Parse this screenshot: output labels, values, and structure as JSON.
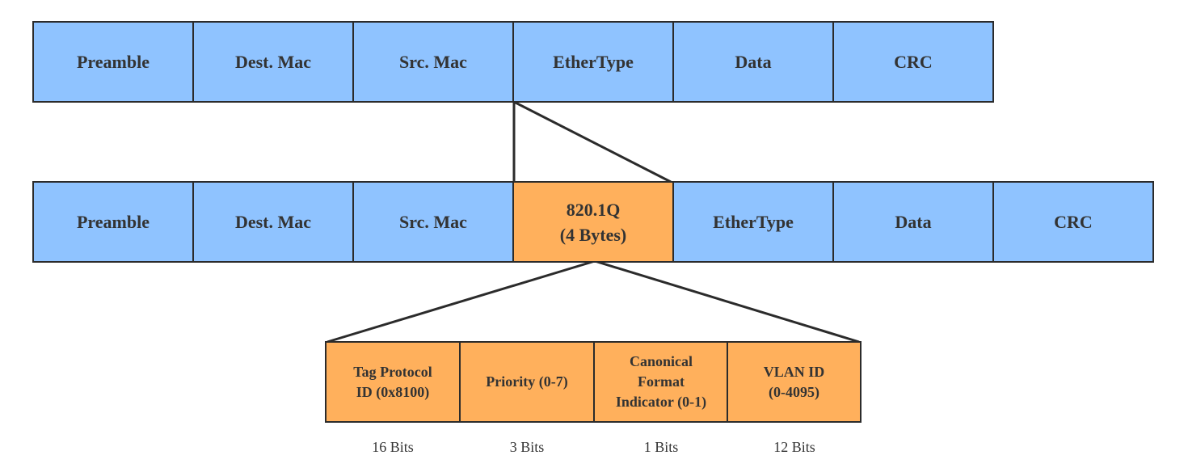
{
  "standard_frame": [
    "Preamble",
    "Dest. Mac",
    "Src. Mac",
    "EtherType",
    "Data",
    "CRC"
  ],
  "tagged_frame": {
    "before_tag": [
      "Preamble",
      "Dest. Mac",
      "Src. Mac"
    ],
    "tag": {
      "line1": "820.1Q",
      "line2": "(4 Bytes)"
    },
    "after_tag": [
      "EtherType",
      "Data",
      "CRC"
    ]
  },
  "tag_fields": [
    {
      "lines": [
        "Tag Protocol",
        "ID (0x8100)"
      ],
      "bits": "16 Bits"
    },
    {
      "lines": [
        "Priority (0-7)"
      ],
      "bits": "3 Bits"
    },
    {
      "lines": [
        "Canonical",
        "Format",
        "Indicator (0-1)"
      ],
      "bits": "1 Bits"
    },
    {
      "lines": [
        "VLAN ID",
        "(0-4095)"
      ],
      "bits": "12 Bits"
    }
  ],
  "colors": {
    "frame": "#8fc3ff",
    "tag": "#ffb05c",
    "border": "#2b2b2b",
    "text": "#333333"
  }
}
